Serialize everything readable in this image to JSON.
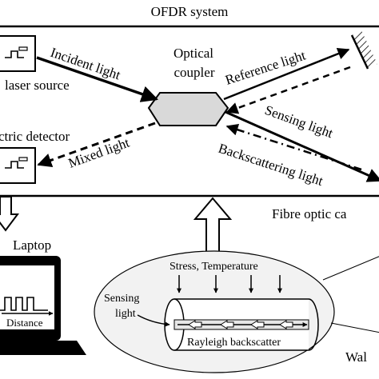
{
  "title": "OFDR system",
  "labels": {
    "laser_source": "laser source",
    "detector": "ctric detector",
    "optical_coupler_line1": "Optical",
    "optical_coupler_line2": "coupler",
    "incident_light": "Incident light",
    "reference_light": "Reference light",
    "sensing_light_top": "Sensing light",
    "backscattering_light": "Backscattering light",
    "mixed_light": "Mixed light",
    "fibre_optic_cable": "Fibre optic ca",
    "laptop": "Laptop",
    "distance": "Distance",
    "stress_temperature": "Stress, Temperature",
    "sensing_light_line1": "Sensing",
    "sensing_light_line2": "light",
    "rayleigh_backscatter": "Rayleigh backscatter",
    "wall": "Wal"
  },
  "colors": {
    "ink": "#000000",
    "coupler_fill": "#d9d9d9",
    "ellipse_fill": "#f2f2f2",
    "laptop_screen": "#000000",
    "background": "#ffffff"
  },
  "icons": {
    "laser": "oscilloscope-icon",
    "detector": "oscilloscope-icon",
    "mirror": "hatched-mirror-icon",
    "laptop": "laptop-icon"
  }
}
